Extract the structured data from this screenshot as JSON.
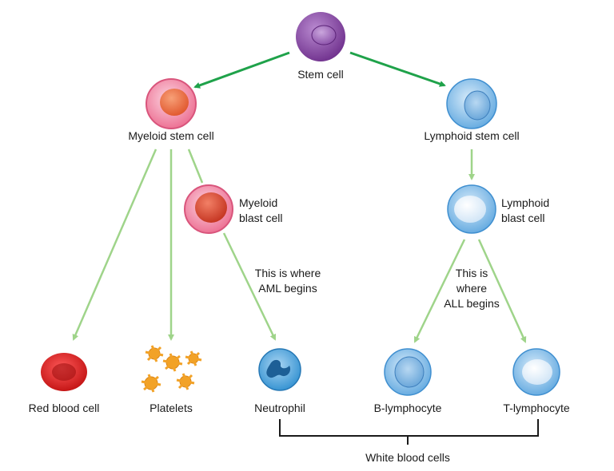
{
  "labels": {
    "stem_cell": "Stem cell",
    "myeloid_stem_cell": "Myeloid stem cell",
    "lymphoid_stem_cell": "Lymphoid stem cell",
    "myeloid_blast_line1": "Myeloid",
    "myeloid_blast_line2": "blast cell",
    "lymphoid_blast_line1": "Lymphoid",
    "lymphoid_blast_line2": "blast cell",
    "aml_note_line1": "This is where",
    "aml_note_line2": "AML begins",
    "all_note_line1": "This is",
    "all_note_line2": "where",
    "all_note_line3": "ALL begins",
    "red_blood_cell": "Red blood cell",
    "platelets": "Platelets",
    "neutrophil": "Neutrophil",
    "b_lymphocyte": "B-lymphocyte",
    "t_lymphocyte": "T-lymphocyte",
    "white_blood_cells": "White blood cells"
  },
  "colors": {
    "primary_arrow": "#1fa24a",
    "secondary_arrow": "#9fd48a",
    "stem_cell": "#7b3f9a",
    "myeloid": "#ec6a8e",
    "blast_nucleus": "#d8402a",
    "lymphoid": "#6fb1e3",
    "red_blood_cell": "#d81e1e",
    "platelets": "#f2a227",
    "neutrophil": "#2f8fd0"
  }
}
